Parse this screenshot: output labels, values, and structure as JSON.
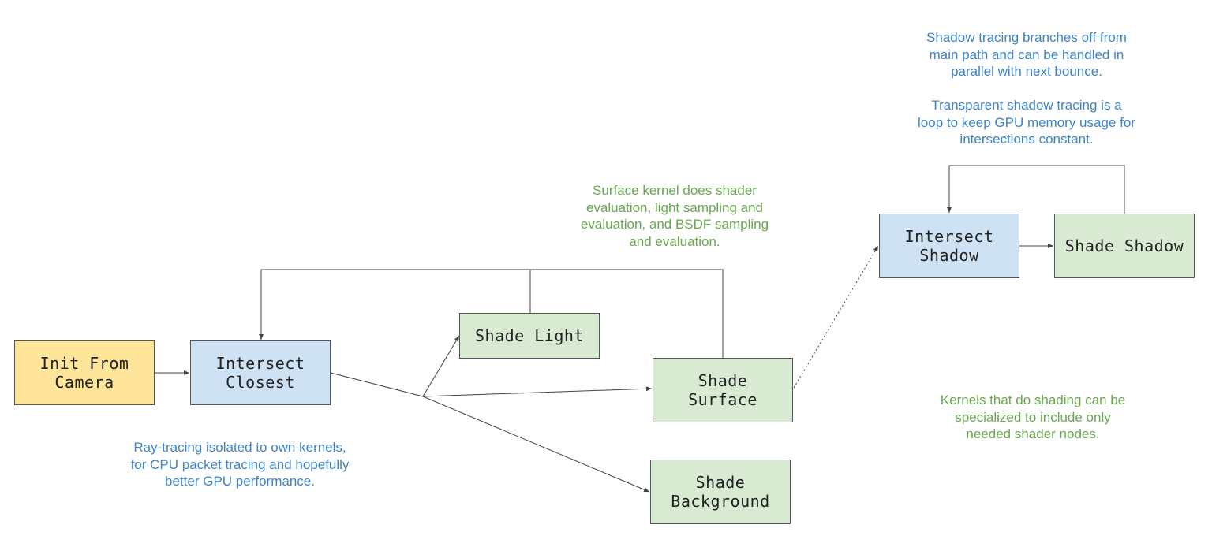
{
  "nodes": {
    "init_camera": "Init From\nCamera",
    "intersect_closest": "Intersect\nClosest",
    "shade_light": "Shade Light",
    "shade_surface": "Shade\nSurface",
    "shade_background": "Shade\nBackground",
    "intersect_shadow": "Intersect\nShadow",
    "shade_shadow": "Shade Shadow"
  },
  "notes": {
    "raytracing": "Ray-tracing isolated to own kernels,\nfor CPU packet tracing and hopefully\nbetter GPU performance.",
    "surface_kernel": "Surface kernel does shader\nevaluation, light sampling and\nevaluation, and BSDF sampling\nand evaluation.",
    "shadow_tracing": "Shadow tracing branches off from\nmain path and can be handled in\nparallel with next bounce.\n\nTransparent shadow tracing is a\nloop to keep GPU memory usage for\nintersections constant.",
    "specialized_kernels": "Kernels that do shading can be\nspecialized to include only\nneeded shader nodes."
  },
  "colors": {
    "init_fill": "#ffe599",
    "intersect_fill": "#cfe2f3",
    "shade_fill": "#d9ead3",
    "note_blue": "#3d85c6",
    "note_green": "#6aa84f",
    "line": "#444444"
  }
}
